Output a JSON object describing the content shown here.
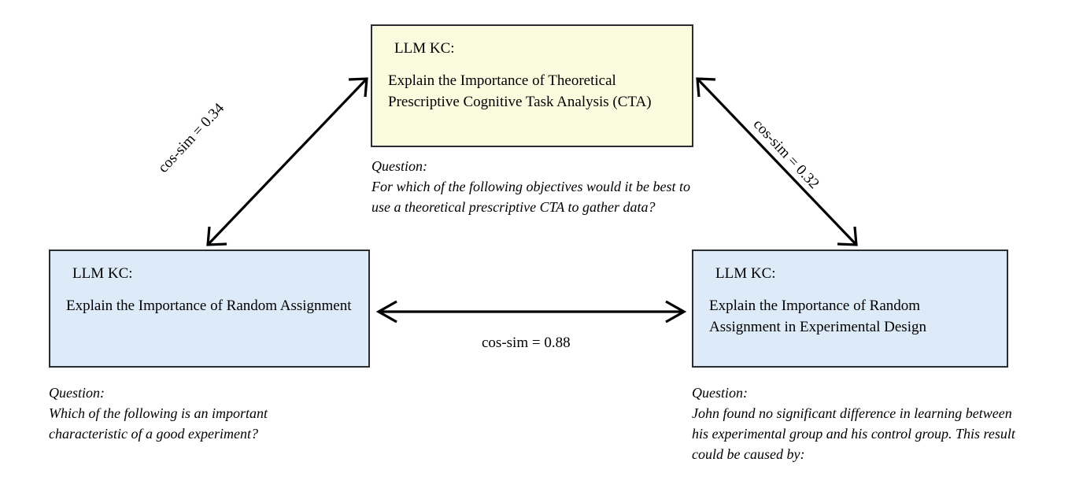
{
  "diagram": {
    "nodes": [
      {
        "id": "top",
        "label": "LLM KC:",
        "title": "Explain the Importance of Theoretical Prescriptive Cognitive Task Analysis (CTA)",
        "fill": "#fbfbdf",
        "border": "#2b2b33",
        "question_head": "Question:",
        "question_body": "For which of the following objectives would it be best to use a theoretical prescriptive CTA to gather data?"
      },
      {
        "id": "left",
        "label": "LLM KC:",
        "title": "Explain the Importance of Random Assignment",
        "fill": "#ddeaf7",
        "border": "#2b2b33",
        "question_head": "Question:",
        "question_body": "Which of the following is an important characteristic of a good experiment?"
      },
      {
        "id": "right",
        "label": "LLM KC:",
        "title": "Explain the Importance of Random Assignment in Experimental Design",
        "fill": "#ddeaf7",
        "border": "#2b2b33",
        "question_head": "Question:",
        "question_body": "John found no significant difference in learning between his experimental group and his control group. This result could be caused by:"
      }
    ],
    "edges": [
      {
        "id": "top-left",
        "from": "top",
        "to": "left",
        "label": "cos-sim = 0.34",
        "value": 0.34,
        "arrow": "double"
      },
      {
        "id": "top-right",
        "from": "top",
        "to": "right",
        "label": "cos-sim = 0.32",
        "value": 0.32,
        "arrow": "double"
      },
      {
        "id": "left-right",
        "from": "left",
        "to": "right",
        "label": "cos-sim = 0.88",
        "value": 0.88,
        "arrow": "double"
      }
    ]
  }
}
